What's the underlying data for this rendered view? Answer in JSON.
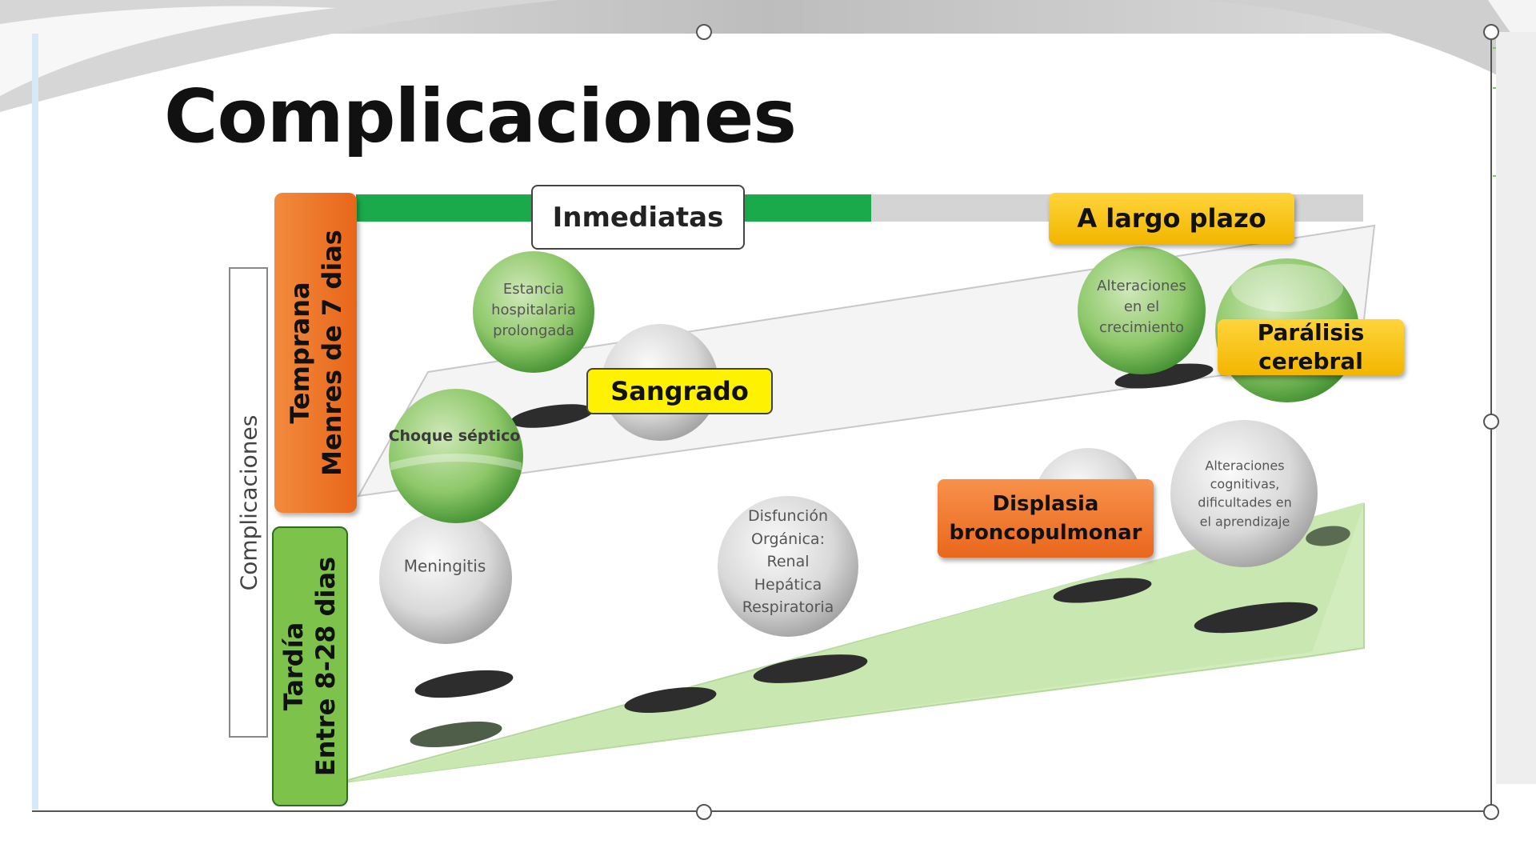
{
  "slide": {
    "title": "Complicaciones"
  },
  "side_label": "Complicaciones",
  "phases": {
    "temprana": [
      "Temprana",
      "Menres de 7 dias"
    ],
    "tardia": [
      "Tardía",
      "Entre 8-28 dias"
    ]
  },
  "timeline": {
    "inmediatas": "Inmediatas",
    "largo_plazo": "A largo plazo"
  },
  "bubbles": {
    "estancia": [
      "Estancia",
      "hospitalaria",
      "prolongada"
    ],
    "choque": "Choque séptico",
    "alteraciones_crecimiento": [
      "Alteraciones",
      "en el",
      "crecimiento"
    ],
    "meningitis": "Meningitis",
    "disfuncion": [
      "Disfunción",
      "Orgánica:",
      "Renal",
      "Hepática",
      "Respiratoria"
    ],
    "alteraciones_cognitivas": [
      "Alteraciones",
      "cognitivas,",
      "dificultades en",
      "el aprendizaje"
    ]
  },
  "tags": {
    "sangrado": "Sangrado",
    "paralisis": [
      "Parálisis",
      "cerebral"
    ],
    "displasia": [
      "Displasia",
      "broncopulmonar"
    ]
  },
  "colors": {
    "green_bar": "#1aaa4b",
    "gray_bar": "#d4d4d4",
    "orange": "#ef7b2f",
    "green_box": "#7dc24b",
    "yellow": "#fff200",
    "gold": "#f6c21c",
    "green_plane": "#d2ecbd"
  }
}
